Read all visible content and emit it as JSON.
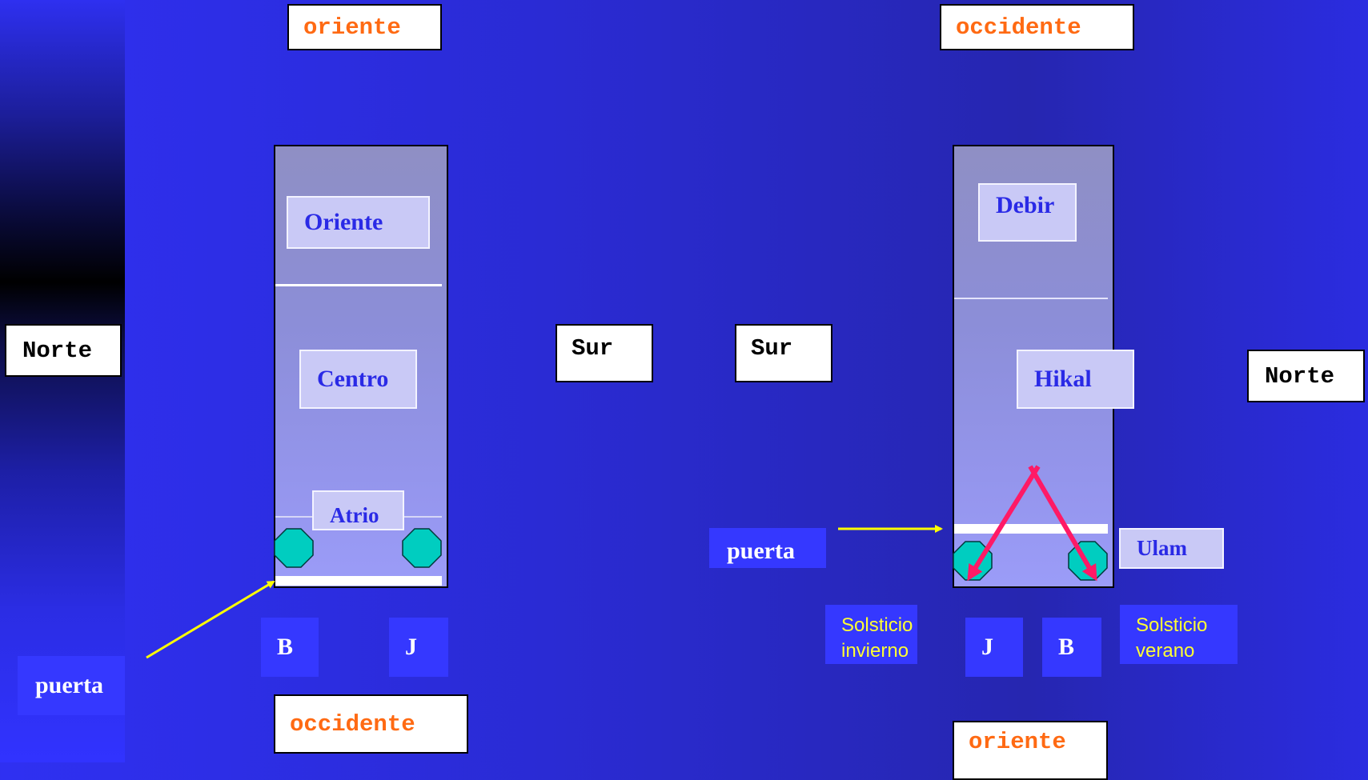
{
  "left_diagram": {
    "top_label": "oriente",
    "bottom_label": "occidente",
    "left_label": "Norte",
    "right_label": "Sur",
    "rooms": [
      "Oriente",
      "Centro",
      "Atrio"
    ],
    "pillars": [
      "B",
      "J"
    ],
    "door_label": "puerta"
  },
  "right_diagram": {
    "top_label": "occidente",
    "bottom_label": "oriente",
    "left_label": "Sur",
    "right_label": "Norte",
    "rooms": [
      "Debir",
      "Hikal",
      "Ulam"
    ],
    "pillars": [
      "J",
      "B"
    ],
    "door_label": "puerta",
    "solstice_winter": [
      "Solsticio",
      "invierno"
    ],
    "solstice_summer": [
      "Solsticio",
      "verano"
    ]
  },
  "colors": {
    "background": "#2f30f2",
    "direction_text": "#ff6a13",
    "room_text": "#2a2ae6",
    "pillar_fill": "#00cdc0",
    "door_arrow": "#ffff00",
    "solstice_arrow": "#ff1a66",
    "solstice_text": "#ffff33"
  }
}
